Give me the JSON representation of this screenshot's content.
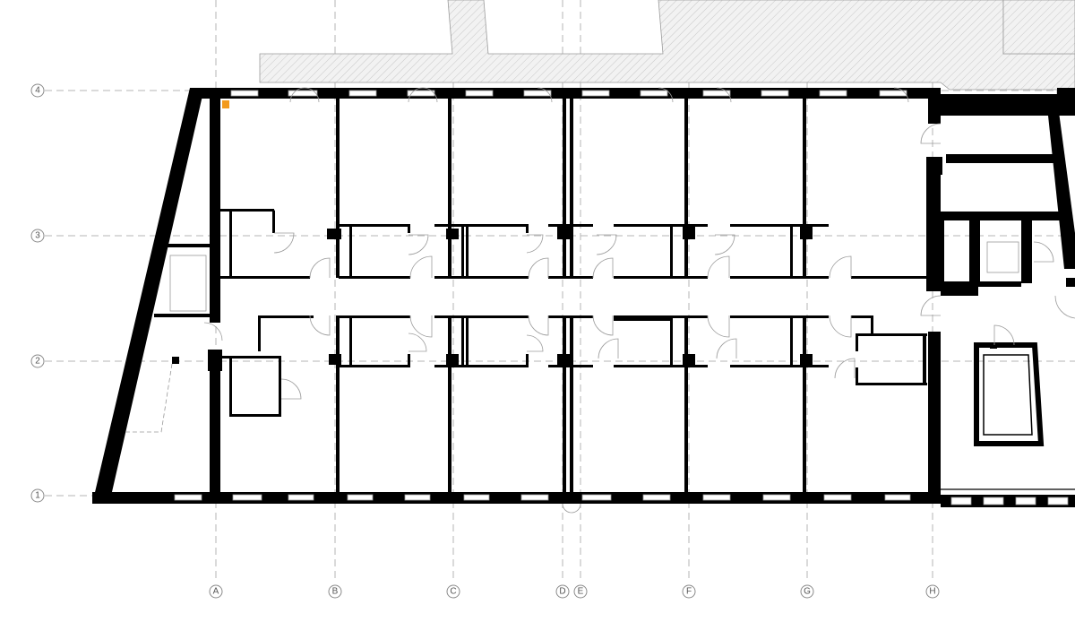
{
  "grid": {
    "columns": [
      "A",
      "B",
      "C",
      "D",
      "E",
      "F",
      "G",
      "H"
    ],
    "rows": [
      "4",
      "3",
      "2",
      "1"
    ]
  },
  "colors": {
    "wall": "#000000",
    "grid_line": "#b5b5b5",
    "hatch": "#c8c8c8",
    "marker": "#f29a1d"
  },
  "icons": {
    "marker": "orange-square"
  }
}
